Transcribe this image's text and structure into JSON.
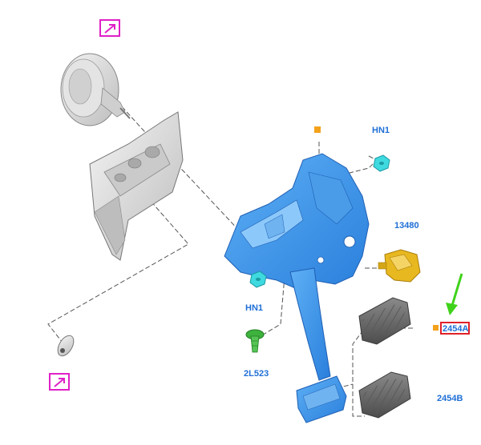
{
  "diagram": {
    "labels": {
      "hn1_top": "HN1",
      "hn1_left": "HN1",
      "p13480": "13480",
      "p2l523": "2L523",
      "p2454a": "2454A",
      "p2454b": "2454B"
    },
    "selected_part": "2454A",
    "colors": {
      "part_blue": "#3a8fe6",
      "part_blue_dark": "#1f6bc4",
      "nut_cyan": "#3fd9e0",
      "switch_yellow": "#e8b820",
      "bolt_green": "#3db23d",
      "pad_gray": "#6e6e6e",
      "label_blue": "#1f6fd6",
      "highlight_red": "#e0202a",
      "nav_magenta": "#e020c8",
      "arrow_green": "#3fd21a",
      "marker_orange": "#f2a21b"
    },
    "icons": {
      "nav_top": "arrow-up-right-icon",
      "nav_bottom": "arrow-up-right-icon"
    }
  }
}
